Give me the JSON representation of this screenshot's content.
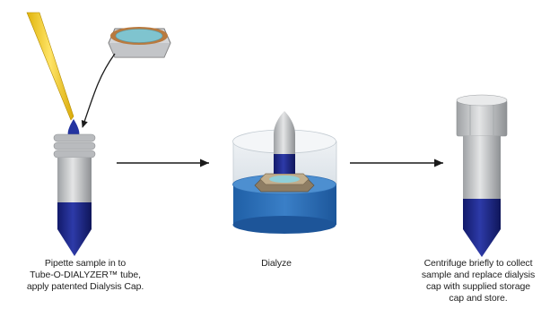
{
  "steps": [
    {
      "id": "pipette-and-cap",
      "caption_lines": [
        "Pipette sample in to",
        "Tube-O-DIALYZER™ tube,",
        "apply patented Dialysis Cap."
      ]
    },
    {
      "id": "dialyze",
      "caption_lines": [
        "Dialyze"
      ]
    },
    {
      "id": "centrifuge",
      "caption_lines": [
        "Centrifuge briefly to collect",
        "sample and replace dialysis",
        "cap with supplied storage",
        "cap and store."
      ]
    }
  ],
  "colors": {
    "tube_gray": "#c9cbcd",
    "sample_blue": "#1d2a8f",
    "pipette_yellow": "#f2cf1e",
    "bath_blue": "#2b6cb5",
    "cap_orange": "#c8864a",
    "membrane_teal": "#7fc4cf",
    "arrow": "#1a1a1a"
  }
}
